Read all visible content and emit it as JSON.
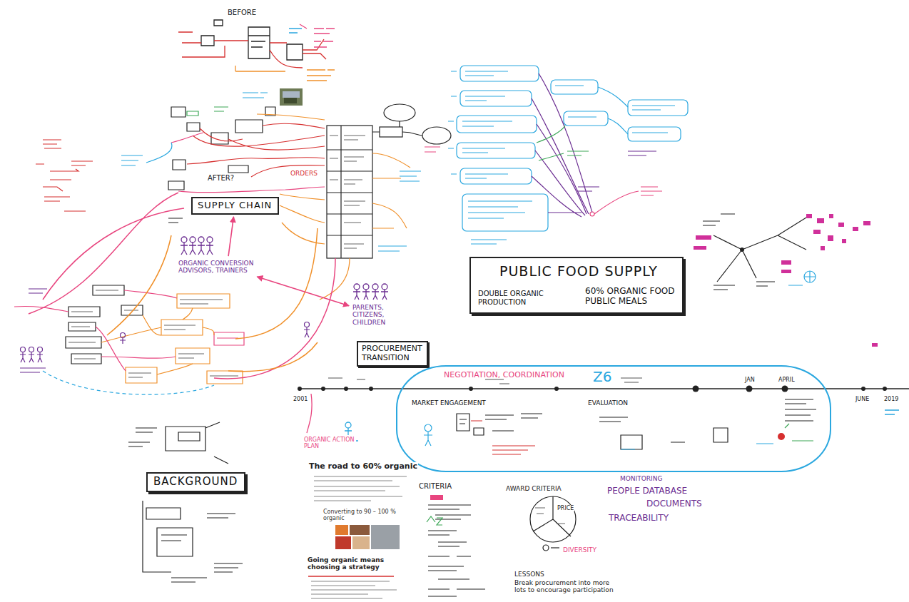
{
  "diagram": {
    "nodes": [
      {
        "text": [
          "SUPPLY CHAIN"
        ]
      },
      {
        "text": [
          "ORGANIC CONVERSION ADVISORS, TRAINERS"
        ]
      },
      {
        "text": [
          "PUBLIC FOOD SUPPLY",
          "DOUBLE ORGANIC PRODUCTION",
          "60% ORGANIC FOOD PUBLIC MEALS"
        ]
      },
      {
        "text": [
          "PARENTS, CITIZENS, CHILDREN"
        ]
      },
      {
        "text": [
          "PROCUREMENT TRANSITION"
        ]
      },
      {
        "text": [
          "NEGOTIATION, COORDINATION",
          "MARKET ENGAGEMENT",
          "EVALUATION"
        ]
      },
      {
        "text": [
          "BACKGROUND"
        ]
      }
    ],
    "edges": [
      {
        "from": 1,
        "to": 0,
        "arrow": "to"
      },
      {
        "from": 1,
        "to": 3,
        "arrow": "both"
      }
    ],
    "labels": [
      "BEFORE",
      "AFTER?",
      "ORDERS",
      "Z6",
      "2001",
      "ORGANIC ACTION PLAN",
      "JAN",
      "APRIL",
      "JUNE",
      "2019",
      "MONITORING",
      "PEOPLE DATABASE",
      "DOCUMENTS",
      "TRACEABILITY",
      "CRITERIA",
      "The road to 60% organic",
      "Converting to 90 – 100 % organic",
      "Going organic means choosing a strategy",
      "AWARD CRITERIA",
      "PRICE",
      "DIVERSITY",
      "LESSONS",
      "Break procurement into more lots to encourage participation"
    ]
  }
}
